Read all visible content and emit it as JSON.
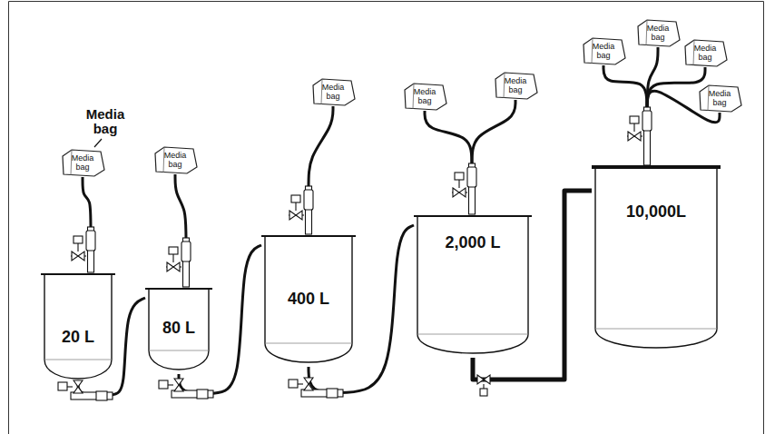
{
  "diagram": {
    "nodes": [
      {
        "text": [
          "20 L"
        ]
      },
      {
        "text": [
          "80 L"
        ]
      },
      {
        "text": [
          "400 L"
        ]
      },
      {
        "text": [
          "2,000 L"
        ]
      },
      {
        "text": [
          "10,000L"
        ]
      },
      {
        "text": [
          "Media bag"
        ]
      },
      {
        "text": [
          "Media bag"
        ]
      },
      {
        "text": [
          "Media bag"
        ]
      },
      {
        "text": [
          "Media bag"
        ]
      },
      {
        "text": [
          "Media bag"
        ]
      },
      {
        "text": [
          "Media bag"
        ]
      },
      {
        "text": [
          "Media bag"
        ]
      },
      {
        "text": [
          "Media bag"
        ]
      },
      {
        "text": [
          "Media bag"
        ]
      }
    ],
    "edges": [
      {
        "from": 5,
        "to": 0,
        "arrow": "none"
      },
      {
        "from": 6,
        "to": 1,
        "arrow": "none"
      },
      {
        "from": 7,
        "to": 2,
        "arrow": "none"
      },
      {
        "from": 8,
        "to": 3,
        "arrow": "none"
      },
      {
        "from": 9,
        "to": 3,
        "arrow": "none"
      },
      {
        "from": 10,
        "to": 4,
        "arrow": "none"
      },
      {
        "from": 11,
        "to": 4,
        "arrow": "none"
      },
      {
        "from": 12,
        "to": 4,
        "arrow": "none"
      },
      {
        "from": 13,
        "to": 4,
        "arrow": "none"
      },
      {
        "from": 0,
        "to": 1,
        "arrow": "none"
      },
      {
        "from": 1,
        "to": 2,
        "arrow": "none"
      },
      {
        "from": 2,
        "to": 3,
        "arrow": "none"
      },
      {
        "from": 3,
        "to": 4,
        "arrow": "none"
      }
    ],
    "labels": [
      "Media bag"
    ]
  }
}
